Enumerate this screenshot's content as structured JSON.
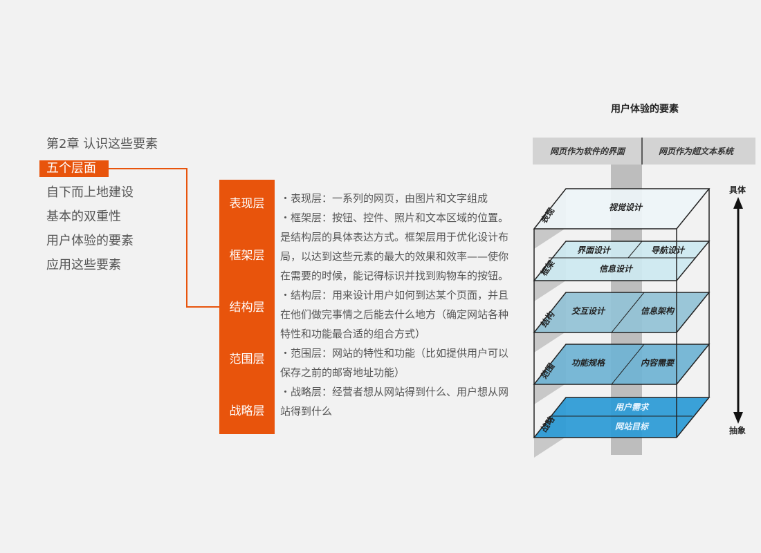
{
  "menu": {
    "chapter": "第2章   认识这些要素",
    "active": "五个层面",
    "items": [
      "自下而上地建设",
      "基本的双重性",
      "用户体验的要素",
      "应用这些要素"
    ]
  },
  "layers": [
    "表现层",
    "框架层",
    "结构层",
    "范围层",
    "战略层"
  ],
  "description_lines": [
    "・表现层：一系列的网页，由图片和文字组成",
    "・框架层：按钮、控件、照片和文本区域的位置。",
    "是结构层的具体表达方式。框架层用于优化设计布",
    "局，以达到这些元素的最大的效果和效率——使你",
    "在需要的时候，能记得标识并找到购物车的按钮。",
    "・结构层：用来设计用户如何到达某个页面，并且",
    "在他们做完事情之后能去什么地方（确定网站各种",
    "特性和功能最合适的组合方式）",
    "・范围层：网站的特性和功能（比如提供用户可以",
    "保存之前的邮寄地址功能）",
    "・战略层：经营者想从网站得到什么、用户想从网",
    "站得到什么"
  ],
  "diagram": {
    "title": "用户体验的要素",
    "header_left": "网页作为软件的界面",
    "header_right": "网页作为超文本系统",
    "side_labels": [
      "表现",
      "框架",
      "结构",
      "范围",
      "战略"
    ],
    "plane_labels": {
      "visual": "视觉设计",
      "interface": "界面设计",
      "navigation": "导航设计",
      "information_design": "信息设计",
      "interaction": "交互设计",
      "info_architecture": "信息架构",
      "functional_spec": "功能规格",
      "content_req": "内容需要",
      "user_needs": "用户需求",
      "site_objectives": "网站目标"
    },
    "axis_top": "具体",
    "axis_bottom": "抽象",
    "colors": {
      "visual": "#eef5f8",
      "frame": "#cde9f1",
      "structure": "#93c2d6",
      "scope": "#6fb3d4",
      "strategy": "#2a9ad6"
    }
  }
}
